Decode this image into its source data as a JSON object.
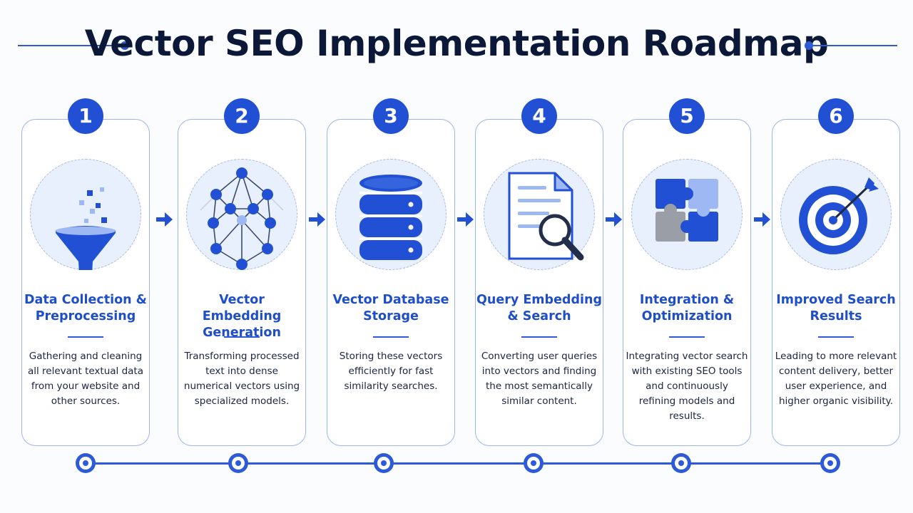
{
  "title": "Vector SEO Implementation Roadmap",
  "colors": {
    "primary": "#2150d4",
    "accent_light": "#9db8f3",
    "gray": "#9a9ea6",
    "title_text": "#0c1838",
    "body_text": "#1b2440"
  },
  "steps": [
    {
      "number": "1",
      "title_lines": [
        "Data Collection &",
        "Preprocessing"
      ],
      "desc_lines": [
        "Gathering and cleaning",
        "all relevant textual data",
        "from your website and",
        "other sources."
      ],
      "icon": "funnel-icon"
    },
    {
      "number": "2",
      "title_lines": [
        "Vector Embedding",
        "Generation"
      ],
      "desc_lines": [
        "Transforming processed",
        "text into dense",
        "numerical vectors using",
        "specialized models."
      ],
      "icon": "neural-network-icon"
    },
    {
      "number": "3",
      "title_lines": [
        "Vector Database",
        "Storage"
      ],
      "desc_lines": [
        "Storing these vectors",
        "efficiently for fast",
        "similarity searches."
      ],
      "icon": "database-icon"
    },
    {
      "number": "4",
      "title_lines": [
        "Query Embedding",
        "& Search"
      ],
      "desc_lines": [
        "Converting user queries",
        "into vectors and finding",
        "the most semantically",
        "similar content."
      ],
      "icon": "document-search-icon"
    },
    {
      "number": "5",
      "title_lines": [
        "Integration &",
        "Optimization"
      ],
      "desc_lines": [
        "Integrating vector search",
        "with existing SEO tools",
        "and continuously",
        "refining models and",
        "results."
      ],
      "icon": "puzzle-icon"
    },
    {
      "number": "6",
      "title_lines": [
        "Improved Search",
        "Results"
      ],
      "desc_lines": [
        "Leading to more relevant",
        "content delivery, better",
        "user experience, and",
        "higher organic visibility."
      ],
      "icon": "target-icon"
    }
  ]
}
